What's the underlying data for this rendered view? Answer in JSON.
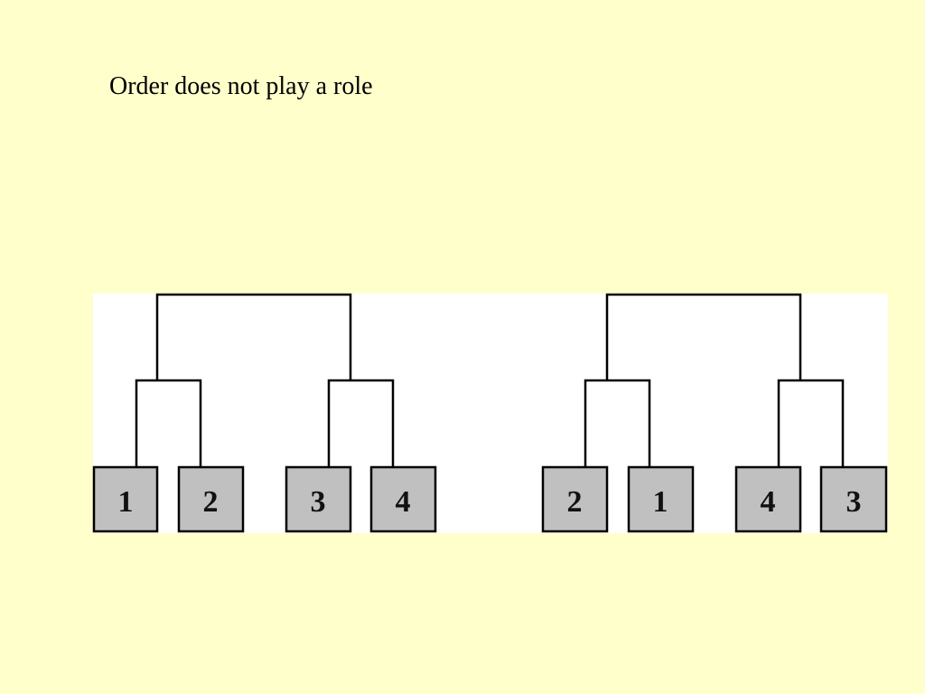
{
  "slide": {
    "title": "Order does not play a role"
  },
  "colors": {
    "background": "#ffffcc",
    "diagram_background": "#ffffff",
    "leaf_fill": "#c0c0c0",
    "line": "#000000"
  },
  "diagram": {
    "trees": [
      {
        "leaves": [
          "1",
          "2",
          "3",
          "4"
        ]
      },
      {
        "leaves": [
          "2",
          "1",
          "4",
          "3"
        ]
      }
    ]
  }
}
